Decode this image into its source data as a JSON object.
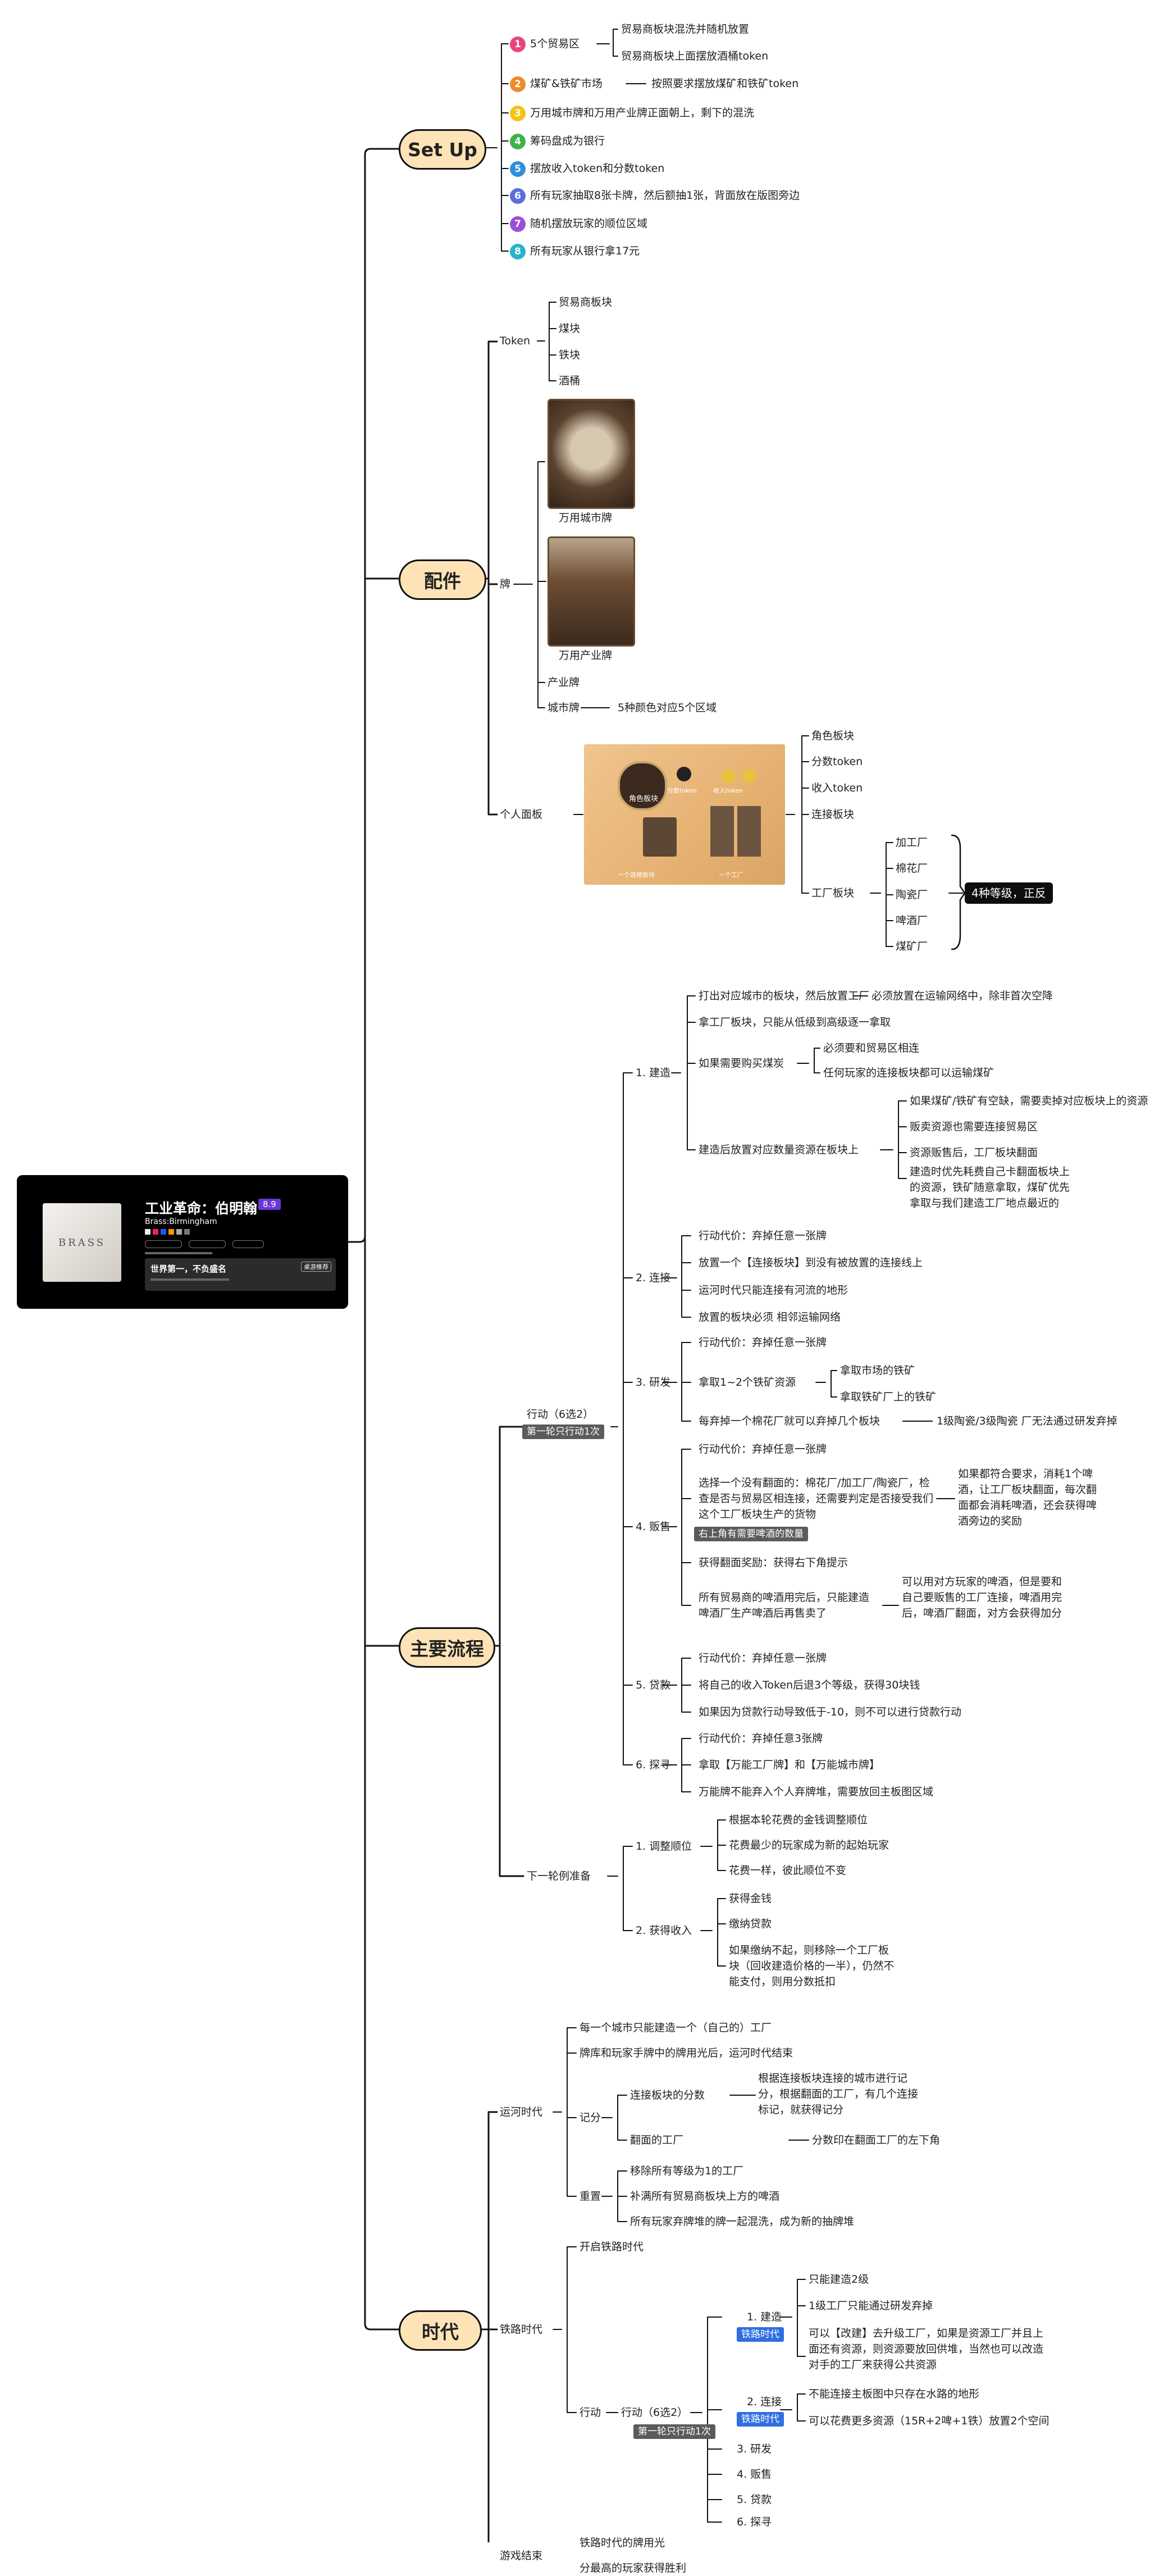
{
  "root": {
    "title": "工业革命：伯明翰",
    "subtitle": "Brass:Birmingham",
    "rating": "8.9",
    "tags": [
      "",
      "",
      ""
    ],
    "meta": "",
    "panel_title": "世界第一，不负盛名",
    "panel_btn": "桌游推荐",
    "panel_sub": "",
    "cover_text": "BRASS"
  },
  "setup": {
    "label": "Set Up",
    "items": [
      {
        "n": "1",
        "color": "#e8457c",
        "text": "5个贸易区",
        "subs": [
          "贸易商板块混洗并随机放置",
          "贸易商板块上面摆放酒桶token"
        ]
      },
      {
        "n": "2",
        "color": "#f08a2c",
        "text": "煤矿&铁矿市场",
        "subs": [
          "按照要求摆放煤矿和铁矿token"
        ]
      },
      {
        "n": "3",
        "color": "#f5c218",
        "text": "万用城市牌和万用产业牌正面朝上，剩下的混洗",
        "subs": []
      },
      {
        "n": "4",
        "color": "#3cb34a",
        "text": "筹码盘成为银行",
        "subs": []
      },
      {
        "n": "5",
        "color": "#2f8fdc",
        "text": "摆放收入token和分数token",
        "subs": []
      },
      {
        "n": "6",
        "color": "#5a6de0",
        "text": "所有玩家抽取8张卡牌，然后额抽1张，背面放在版图旁边",
        "subs": []
      },
      {
        "n": "7",
        "color": "#9b4fd6",
        "text": "随机摆放玩家的顺位区域",
        "subs": []
      },
      {
        "n": "8",
        "color": "#25b6c9",
        "text": "所有玩家从银行拿17元",
        "subs": []
      }
    ]
  },
  "components": {
    "label": "配件",
    "token": {
      "label": "Token",
      "items": [
        "贸易商板块",
        "煤块",
        "铁块",
        "酒桶"
      ]
    },
    "cards": {
      "label": "牌",
      "city_wild": "万用城市牌",
      "industry_wild": "万用产业牌",
      "industry": "产业牌",
      "city": "城市牌",
      "city_note": "5种颜色对应5个区域"
    },
    "board": {
      "label": "个人面板",
      "items": [
        "角色板块",
        "分数token",
        "收入token",
        "连接板块"
      ],
      "factory_label": "工厂板块",
      "factories": [
        "加工厂",
        "棉花厂",
        "陶瓷厂",
        "啤酒厂",
        "煤矿厂"
      ],
      "factory_note": "4种等级，正反",
      "photo_labels": [
        "角色板块",
        "分数token",
        "收入token",
        "一个连接板块",
        "一个工厂"
      ]
    }
  },
  "flow": {
    "label": "主要流程",
    "action_label": "行动（6选2）",
    "action_tag": "第一轮只行动1次",
    "build": {
      "label": "1. 建造",
      "items": [
        "打出对应城市的板块，然后放置工厂",
        "拿工厂板块，只能从低级到高级逐一拿取",
        "如果需要购买煤炭",
        "建造后放置对应数量资源在板块上"
      ],
      "build_note": "必须放置在运输网络中，除非首次空降",
      "coal_subs": [
        "必须要和贸易区相连",
        "任何玩家的连接板块都可以运输煤矿"
      ],
      "place_subs": [
        "如果煤矿/铁矿有空缺，需要卖掉对应板块上的资源",
        "贩卖资源也需要连接贸易区",
        "资源贩售后，工厂板块翻面",
        "建造时优先耗费自己卡翻面板块上的资源，铁矿随意拿取，煤矿优先拿取与我们建造工厂地点最近的"
      ]
    },
    "link": {
      "label": "2. 连接",
      "items": [
        "行动代价：弃掉任意一张牌",
        "放置一个【连接板块】到没有被放置的连接线上",
        "运河时代只能连接有河流的地形",
        "放置的板块必须 相邻运输网络"
      ]
    },
    "develop": {
      "label": "3. 研发",
      "items": [
        "行动代价：弃掉任意一张牌",
        "拿取1~2个铁矿资源",
        "每弃掉一个棉花厂就可以弃掉几个板块"
      ],
      "res_subs": [
        "拿取市场的铁矿",
        "拿取铁矿厂上的铁矿"
      ],
      "note": "1级陶瓷/3级陶瓷 厂无法通过研发弃掉"
    },
    "sell": {
      "label": "4. 贩售",
      "items": [
        "行动代价：弃掉任意一张牌",
        "选择一个没有翻面的：棉花厂/加工厂/陶瓷厂，检查是否与贸易区相连接，还需要判定是否接受我们这个工厂板块生产的货物",
        "获得翻面奖励：获得右下角提示",
        "所有贸易商的啤酒用完后，只能建造啤酒厂生产啤酒后再售卖了"
      ],
      "tag": "右上角有需要啤酒的数量",
      "note1": "如果都符合要求，消耗1个啤酒，让工厂板块翻面，每次翻面都会消耗啤酒，还会获得啤酒旁边的奖励",
      "note2": "可以用对方玩家的啤酒，但是要和自己要贩售的工厂连接，啤酒用完后，啤酒厂翻面，对方会获得加分"
    },
    "loan": {
      "label": "5. 贷款",
      "items": [
        "行动代价：弃掉任意一张牌",
        "将自己的收入Token后退3个等级，获得30块钱",
        "如果因为贷款行动导致低于-10，则不可以进行贷款行动"
      ]
    },
    "scout": {
      "label": "6. 探寻",
      "items": [
        "行动代价：弃掉任意3张牌",
        "拿取【万能工厂牌】和【万能城市牌】",
        "万能牌不能弃入个人弃牌堆，需要放回主板图区域"
      ]
    },
    "prep": {
      "label": "下一轮例准备",
      "order": {
        "label": "1. 调整顺位",
        "items": [
          "根据本轮花费的金钱调整顺位",
          "花费最少的玩家成为新的起始玩家",
          "花费一样，彼此顺位不变"
        ]
      },
      "income": {
        "label": "2. 获得收入",
        "items": [
          "获得金钱",
          "缴纳贷款",
          "如果缴纳不起，则移除一个工厂板块（回收建造价格的一半），仍然不能支付，则用分数抵扣"
        ]
      }
    }
  },
  "era": {
    "label": "时代",
    "canal": {
      "label": "运河时代",
      "items": [
        "每一个城市只能建造一个（自己的）工厂",
        "牌库和玩家手牌中的牌用光后，运河时代结束"
      ],
      "score_label": "记分",
      "score_items": [
        "连接板块的分数",
        "翻面的工厂"
      ],
      "score_notes": [
        "根据连接板块连接的城市进行记分，根据翻面的工厂，有几个连接标记，就获得记分",
        "分数印在翻面工厂的左下角"
      ],
      "reset_label": "重置",
      "reset_items": [
        "移除所有等级为1的工厂",
        "补满所有贸易商板块上方的啤酒",
        "所有玩家弃牌堆的牌一起混洗，成为新的抽牌堆"
      ]
    },
    "rail": {
      "label": "铁路时代",
      "open": "开启铁路时代",
      "action_label": "行动",
      "action_sub": "行动（6选2）",
      "action_tag": "第一轮只行动1次",
      "build": "1. 建造",
      "build_tag": "铁路时代",
      "build_items": [
        "只能建造2级",
        "1级工厂只能通过研发弃掉",
        "可以【改建】去升级工厂，如果是资源工厂并且上面还有资源，则资源要放回供堆，当然也可以改造对手的工厂来获得公共资源"
      ],
      "link": "2. 连接",
      "link_tag": "铁路时代",
      "link_items": [
        "不能连接主板图中只存在水路的地形",
        "可以花费更多资源（15R+2啤+1铁）放置2个空间"
      ],
      "others": [
        "3. 研发",
        "4. 贩售",
        "5. 贷款",
        "6. 探寻"
      ]
    },
    "end": {
      "label": "游戏结束",
      "items": [
        "铁路时代的牌用光",
        "分最高的玩家获得胜利"
      ]
    }
  }
}
